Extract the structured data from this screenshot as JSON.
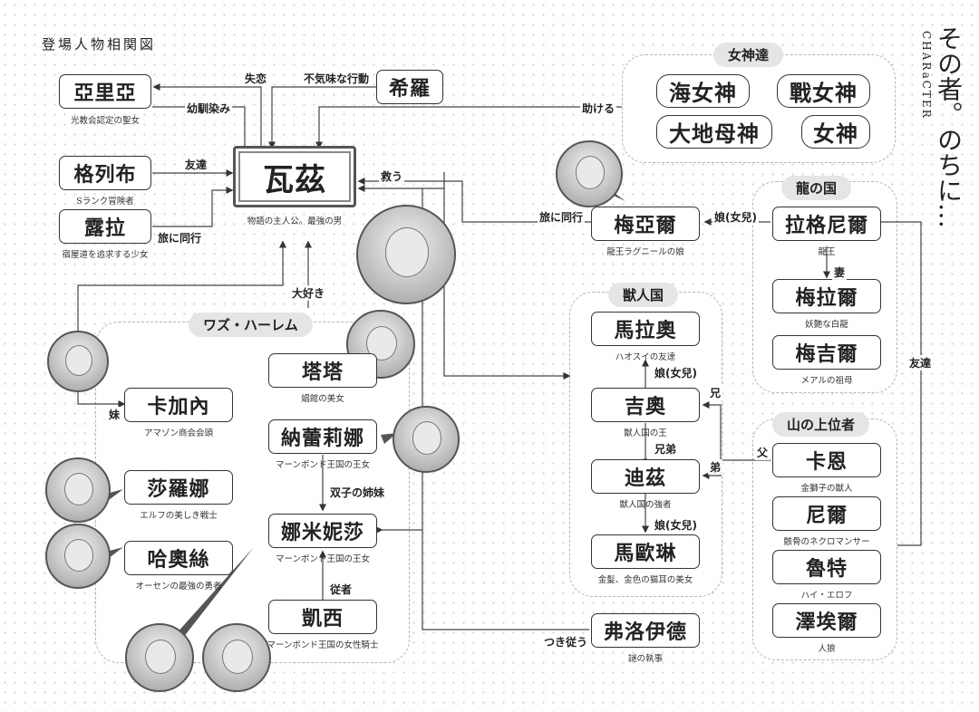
{
  "title": "登場人物相関図",
  "logo": {
    "main": "その者。のちに…",
    "sub": "CHARaCTER"
  },
  "groups": {
    "goddesses": "女神達",
    "dragon": "龍の国",
    "beast": "獣人国",
    "mountain": "山の上位者",
    "harem": "ワズ・ハーレム"
  },
  "chars": {
    "aria": {
      "name": "亞里亞",
      "desc": "光教会認定の聖女"
    },
    "kiira": {
      "name": "希羅"
    },
    "glav": {
      "name": "格列布",
      "desc": "Sランク冒険者"
    },
    "rura": {
      "name": "露拉",
      "desc": "宿屋道を追求する少女"
    },
    "waz": {
      "name": "瓦茲",
      "desc": "物語の主人公。最強の男"
    },
    "sea": {
      "name": "海女神"
    },
    "war": {
      "name": "戰女神"
    },
    "earth": {
      "name": "大地母神"
    },
    "goddess": {
      "name": "女神"
    },
    "meal": {
      "name": "梅亞爾",
      "desc": "龍王ラグニールの娘"
    },
    "ragnir": {
      "name": "拉格尼爾",
      "desc": "龍王"
    },
    "meral": {
      "name": "梅拉爾",
      "desc": "妖艶な白龍"
    },
    "megir": {
      "name": "梅吉爾",
      "desc": "メアルの祖母"
    },
    "marao": {
      "name": "馬拉奧",
      "desc": "ハオスイの友達"
    },
    "jiao": {
      "name": "吉奧",
      "desc": "獣人国の王"
    },
    "diz": {
      "name": "迪茲",
      "desc": "獣人国の強者"
    },
    "maolin": {
      "name": "馬歐琳",
      "desc": "金髪、金色の猫耳の美女"
    },
    "kaen": {
      "name": "卡恩",
      "desc": "金獅子の獣人"
    },
    "nir": {
      "name": "尼爾",
      "desc": "骸骨のネクロマンサー"
    },
    "lute": {
      "name": "魯特",
      "desc": "ハイ・エロフ"
    },
    "zaeir": {
      "name": "澤埃爾",
      "desc": "人狼"
    },
    "tata": {
      "name": "塔塔",
      "desc": "娼館の美女"
    },
    "kajiana": {
      "name": "卡加內",
      "desc": "アマゾン商会会頭"
    },
    "nalina": {
      "name": "納蕾莉娜",
      "desc": "マーンボンド王国の王女"
    },
    "sarona": {
      "name": "莎羅娜",
      "desc": "エルフの美しき戦士"
    },
    "nameisa": {
      "name": "娜米妮莎",
      "desc": "マーンボンド王国の王女"
    },
    "haosi": {
      "name": "哈奧絲",
      "desc": "オーセンの最強の勇者"
    },
    "kaisi": {
      "name": "凱西",
      "desc": "マーンボンド王国の女性騎士"
    },
    "freud": {
      "name": "弗洛伊德",
      "desc": "謎の執事"
    }
  },
  "rel": {
    "shitsuren": "失恋",
    "fukimi": "不気味な行動",
    "osana": "幼馴染み",
    "tomo1": "友達",
    "tabi1": "旅に同行",
    "sukuu": "救う",
    "tasukeru": "助ける",
    "tabi2": "旅に同行",
    "musume1": "娘(女兒)",
    "tsuma": "妻",
    "daisuki": "大好き",
    "musume2": "娘(女兒)",
    "ani": "兄",
    "kyodai": "兄弟",
    "chichi": "父",
    "otouto": "弟",
    "musume3": "娘(女兒)",
    "tomo2": "友達",
    "imouto": "妹",
    "futago": "双子の姉妹",
    "jusha": "従者",
    "tsuki": "つき従う"
  }
}
